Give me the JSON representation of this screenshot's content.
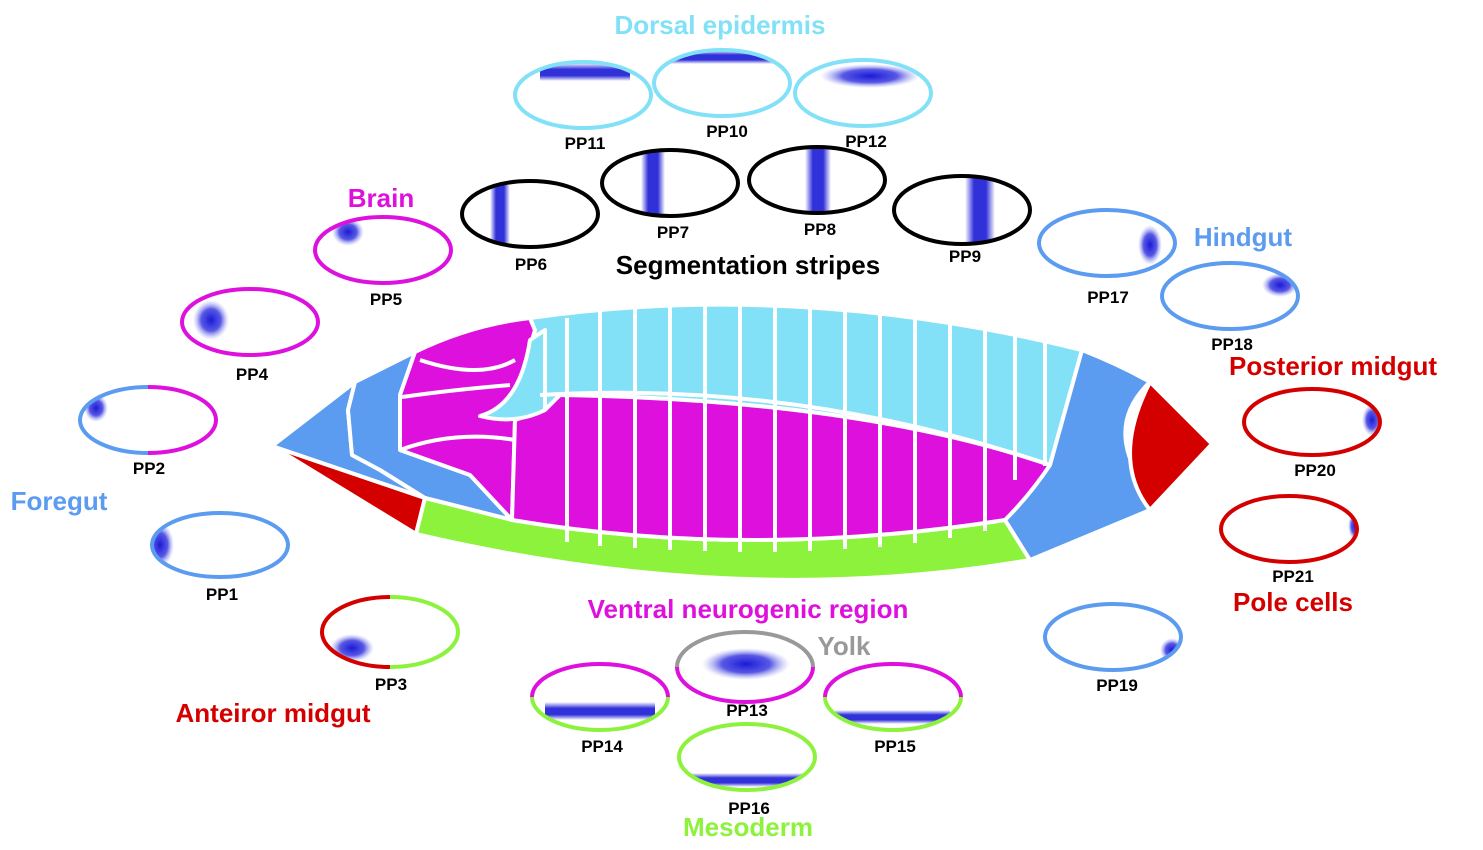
{
  "colors": {
    "foregut": "#5b9bf0",
    "brain": "#dd10dd",
    "dorsal": "#82e1f7",
    "hindgut": "#5b9bf0",
    "midgut": "#d40000",
    "mesoderm": "#8cf23c",
    "neurogenic": "#dd10dd",
    "segmentation": "#000000",
    "yolk": "#999999",
    "stain": "#1a1ad6"
  },
  "regions": {
    "dorsal_epidermis": "Dorsal epidermis",
    "brain": "Brain",
    "segmentation": "Segmentation stripes",
    "hindgut": "Hindgut",
    "posterior_midgut": "Posterior midgut",
    "foregut": "Foregut",
    "pole_cells": "Pole cells",
    "ventral_neurogenic": "Ventral neurogenic region",
    "yolk": "Yolk",
    "anterior_midgut": "Anteiror midgut",
    "mesoderm": "Mesoderm"
  },
  "patterns": {
    "pp1": "PP1",
    "pp2": "PP2",
    "pp3": "PP3",
    "pp4": "PP4",
    "pp5": "PP5",
    "pp6": "PP6",
    "pp7": "PP7",
    "pp8": "PP8",
    "pp9": "PP9",
    "pp10": "PP10",
    "pp11": "PP11",
    "pp12": "PP12",
    "pp13": "PP13",
    "pp14": "PP14",
    "pp15": "PP15",
    "pp16": "PP16",
    "pp17": "PP17",
    "pp18": "PP18",
    "pp19": "PP19",
    "pp20": "PP20",
    "pp21": "PP21"
  }
}
